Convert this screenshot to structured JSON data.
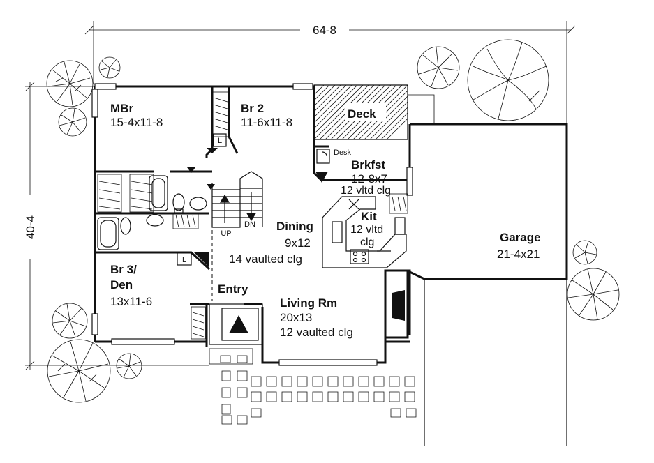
{
  "dimensions": {
    "width": "64-8",
    "depth": "40-4"
  },
  "rooms": {
    "mbr": {
      "name": "MBr",
      "size": "15-4x11-8"
    },
    "br2": {
      "name": "Br 2",
      "size": "11-6x11-8"
    },
    "deck": {
      "name": "Deck"
    },
    "desk": {
      "name": "Desk"
    },
    "brkfst": {
      "name": "Brkfst",
      "size": "12-8x7",
      "note": "12 vltd clg"
    },
    "kit": {
      "name": "Kit",
      "note1": "12 vltd",
      "note2": "clg"
    },
    "dining": {
      "name": "Dining",
      "size": "9x12",
      "note": "14 vaulted clg"
    },
    "garage": {
      "name": "Garage",
      "size": "21-4x21"
    },
    "br3": {
      "name1": "Br 3/",
      "name2": "Den",
      "size": "13x11-6"
    },
    "entry": {
      "name": "Entry"
    },
    "living": {
      "name": "Living Rm",
      "size": "20x13",
      "note": "12 vaulted clg"
    }
  },
  "labels": {
    "up": "UP",
    "dn": "DN",
    "linen1": "L",
    "linen2": "L"
  }
}
